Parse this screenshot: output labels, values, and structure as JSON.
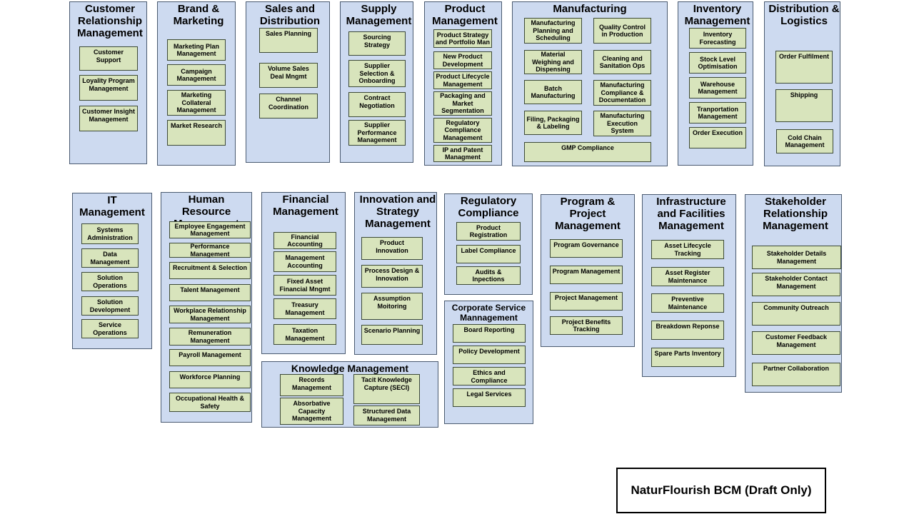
{
  "domains": [
    {
      "title": "Customer Relationship Management",
      "capabilities": [
        "Customer Support",
        "Loyality Program Management",
        "Customer Insight Management"
      ]
    },
    {
      "title": "Brand & Marketing",
      "capabilities": [
        "Marketing Plan Management",
        "Campaign Management",
        "Marketing Collateral Management",
        "Market Research"
      ]
    },
    {
      "title": "Sales and Distribution",
      "capabilities": [
        "Sales Planning",
        "Volume Sales Deal Mngmt",
        "Channel Coordination"
      ]
    },
    {
      "title": "Supply Management",
      "capabilities": [
        "Sourcing Strategy",
        "Supplier Selection & Onboarding",
        "Contract Negotiation",
        "Supplier Performance Management"
      ]
    },
    {
      "title": "Product Management",
      "capabilities": [
        "Product Strategy and Portfolio Man",
        "New Product Development",
        "Product Lifecycle Management",
        "Packaging and Market Segmentation",
        "Regulatory Compliance Management",
        "IP and Patent Managment"
      ]
    },
    {
      "title": "Manufacturing",
      "capabilities": [
        "Manufacturing Planning and Scheduling",
        "Quality Control in Production",
        "Material Weighing and Dispensing",
        "Cleaning and Sanitation Ops",
        "Batch Manufacturing",
        "Manufacturing Compliance & Documentation",
        "Filing, Packaging & Labeling",
        "Manufacturing Execution System",
        "GMP Compliance"
      ]
    },
    {
      "title": "Inventory Management",
      "capabilities": [
        "Inventory Forecasting",
        "Stock Level Optimisation",
        "Warehouse Management",
        "Tranportation Management",
        "Order Execution"
      ]
    },
    {
      "title": "Distribution & Logistics",
      "capabilities": [
        "Order Fulfilment",
        "Shipping",
        "Cold Chain Management"
      ]
    },
    {
      "title": "IT Management",
      "capabilities": [
        "Systems Administration",
        "Data Management",
        "Solution Operations",
        "Solution Development",
        "Service Operations"
      ]
    },
    {
      "title": "Human Resource Management",
      "capabilities": [
        "Employee Engagement Management",
        "Performance Management",
        "Recruitment & Selection",
        "Talent Management",
        "Workplace Relationship Management",
        "Remuneration Management",
        "Payroll Management",
        "Workforce Planning",
        "Occupational Health & Safety"
      ]
    },
    {
      "title": "Financial Management",
      "capabilities": [
        "Financial Accounting",
        "Management Accounting",
        "Fixed Asset Financial Mngmt",
        "Treasury Management",
        "Taxation Management"
      ]
    },
    {
      "title": "Innovation and Strategy Management",
      "capabilities": [
        "Product Innovation",
        "Process Design & Innovation",
        "Assumption Moitoring",
        "Scenario Planning"
      ]
    },
    {
      "title": "Regulatory Compliance",
      "capabilities": [
        "Product Registration",
        "Label Compliance",
        "Audits & Inpections"
      ]
    },
    {
      "title": "Program & Project Management",
      "capabilities": [
        "Program Governance",
        "Program Management",
        "Project Management",
        "Project Benefits Tracking"
      ]
    },
    {
      "title": "Infrastructure and Facilities Management",
      "capabilities": [
        "Asset Lifecycle Tracking",
        "Asset Register Maintenance",
        "Preventive Maintenance",
        "Breakdown Reponse",
        "Spare Parts Inventory"
      ]
    },
    {
      "title": "Stakeholder Relationship Management",
      "capabilities": [
        "Stakeholder Details Management",
        "Stakeholder Contact Management",
        "Community Outreach",
        "Customer Feedback Management",
        "Partner Collaboration"
      ]
    },
    {
      "title": "Corporate Service Mannagement",
      "capabilities": [
        "Board Reporting",
        "Policy Development",
        "Ethics and Compliance",
        "Legal Services"
      ]
    },
    {
      "title": "Knowledge Management",
      "capabilities": [
        "Records Management",
        "Tacit Knowledge Capture (SECI)",
        "Absorbative Capacity Management",
        "Structured Data Management"
      ]
    }
  ],
  "legend": "NaturFlourish BCM (Draft Only)"
}
